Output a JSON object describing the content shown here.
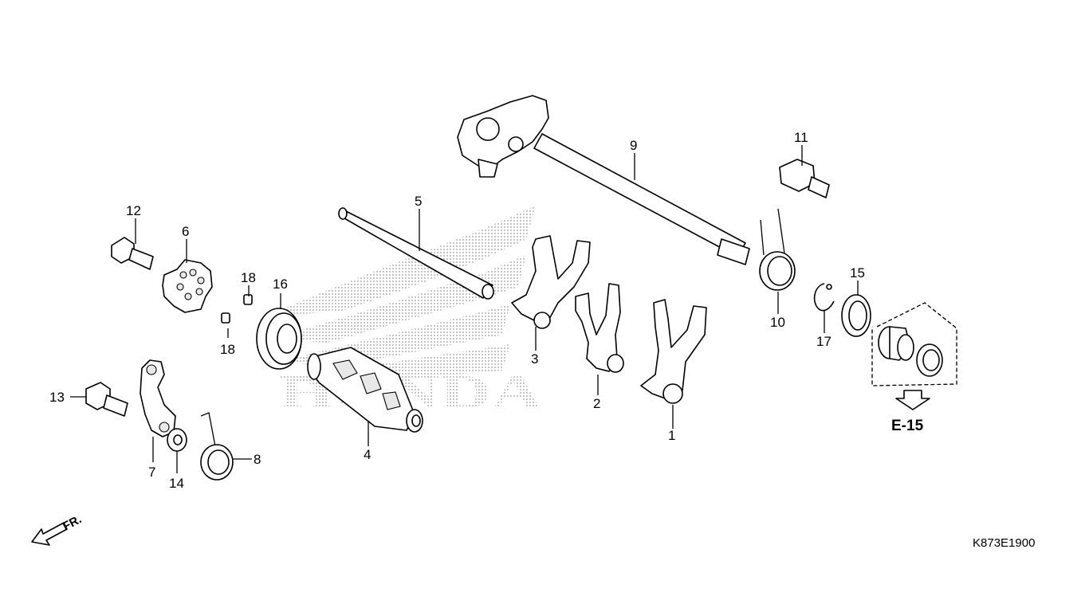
{
  "callouts": {
    "p1": "1",
    "p2": "2",
    "p3": "3",
    "p4": "4",
    "p5": "5",
    "p6": "6",
    "p7": "7",
    "p8": "8",
    "p9": "9",
    "p10": "10",
    "p11": "11",
    "p12": "12",
    "p13": "13",
    "p14": "14",
    "p15": "15",
    "p16": "16",
    "p17": "17",
    "p18a": "18",
    "p18b": "18"
  },
  "reference": {
    "label": "E-15"
  },
  "direction": {
    "label": "FR."
  },
  "diagram_code": "K873E1900",
  "watermark": {
    "text": "HONDA"
  }
}
